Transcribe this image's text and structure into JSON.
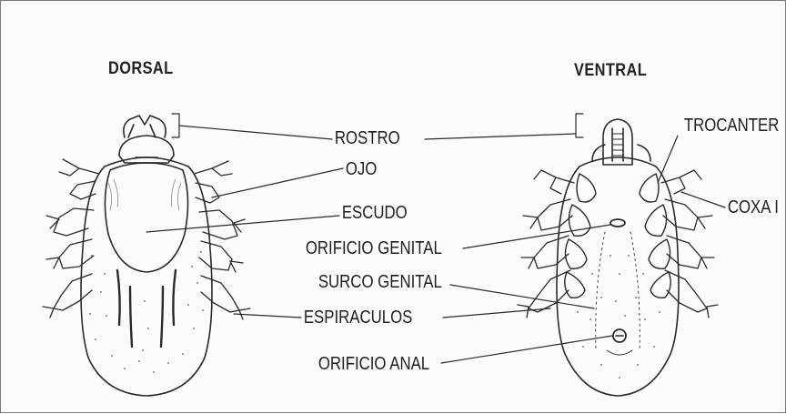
{
  "views": {
    "dorsal": "DORSAL",
    "ventral": "VENTRAL"
  },
  "labels": {
    "rostro": "ROSTRO",
    "ojo": "OJO",
    "escudo": "ESCUDO",
    "orificio_genital": "ORIFICIO GENITAL",
    "surco_genital": "SURCO GENITAL",
    "espiraculos": "ESPIRACULOS",
    "orificio_anal": "ORIFICIO ANAL",
    "trocanter": "TROCANTER",
    "coxa_i": "COXA I"
  },
  "colors": {
    "ink": "#2a2a2a",
    "background": "#fcfcfc",
    "frame": "#7a7a7a"
  }
}
